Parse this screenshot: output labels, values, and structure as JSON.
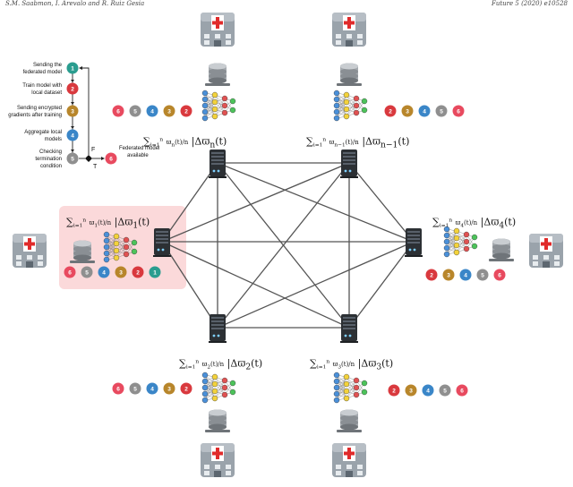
{
  "header": {
    "left": "S.M. Saabmon, I. Arevalo and R. Ruiz Gesia",
    "right": "Future 5 (2020) e10528"
  },
  "legend": {
    "steps": [
      {
        "num": "1",
        "label": [
          "Sending the",
          "federated model"
        ],
        "color": "#2a9d8f"
      },
      {
        "num": "2",
        "label": [
          "Train model with",
          "local dataset"
        ],
        "color": "#d9393e"
      },
      {
        "num": "3",
        "label": [
          "Sending encrypted",
          "gradients after training"
        ],
        "color": "#b8862b"
      },
      {
        "num": "4",
        "label": [
          "Aggregate local",
          "models"
        ],
        "color": "#3a86c8"
      },
      {
        "num": "5",
        "label": [
          "Checking",
          "termination",
          "condition"
        ],
        "color": "#8f8f8f"
      }
    ],
    "decision": {
      "false_label": "F",
      "true_label": "T"
    },
    "final": {
      "num": "6",
      "label": [
        "Federated model",
        "available"
      ],
      "color": "#e84a5f"
    }
  },
  "formulas": {
    "top_left": {
      "sub": "n",
      "idx": "n"
    },
    "top_right": {
      "sub": "n−1",
      "idx": "n−1"
    },
    "left": {
      "sub": "1",
      "idx": "1"
    },
    "right": {
      "sub": "4",
      "idx": "4"
    },
    "bottom_left": {
      "sub": "2",
      "idx": "2"
    },
    "bottom_right": {
      "sub": "3",
      "idx": "3"
    }
  },
  "sequences": {
    "top_left": [
      "6",
      "5",
      "4",
      "3",
      "2"
    ],
    "top_right": [
      "2",
      "3",
      "4",
      "5",
      "6"
    ],
    "left": [
      "6",
      "5",
      "4",
      "3",
      "2",
      "1"
    ],
    "right": [
      "2",
      "3",
      "4",
      "5",
      "6"
    ],
    "bottom_left": [
      "6",
      "5",
      "4",
      "3",
      "2"
    ],
    "bottom_right": [
      "2",
      "3",
      "4",
      "5",
      "6"
    ]
  },
  "colors": {
    "1": "#2a9d8f",
    "2": "#d9393e",
    "3": "#b8862b",
    "4": "#3a86c8",
    "5": "#8f8f8f",
    "6": "#e84a5f",
    "highlight": "#fbd9da",
    "mesh_line": "#555555"
  },
  "icons": [
    "hospital-icon",
    "database-icon",
    "neural-network-icon",
    "server-icon"
  ]
}
